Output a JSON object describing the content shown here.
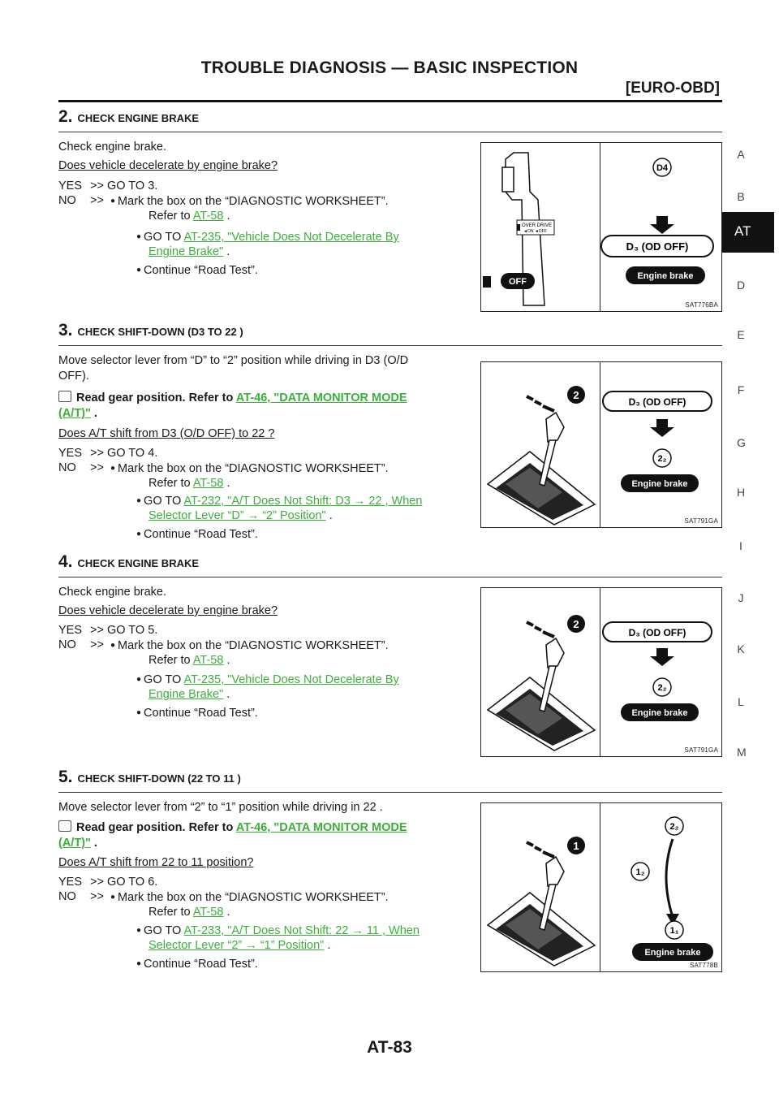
{
  "header": {
    "title": "TROUBLE DIAGNOSIS — BASIC INSPECTION",
    "subtitle": "[EURO-OBD]"
  },
  "side_tabs": [
    "A",
    "B",
    "AT",
    "D",
    "E",
    "F",
    "G",
    "H",
    "I",
    "J",
    "K",
    "L",
    "M"
  ],
  "footer": "AT-83",
  "s2": {
    "num": "2.",
    "title": "CHECK ENGINE BRAKE",
    "intro": "Check engine brake.",
    "question": "Does vehicle decelerate by engine brake?",
    "yes_label": "YES",
    "yes_text": ">> GO TO 3.",
    "no_label": "NO",
    "no_arrow": ">>",
    "b1": "Mark the box on the “DIAGNOSTIC WORKSHEET”.",
    "b1_ref": "Refer to",
    "b1_link": "AT-58",
    "b1_end": ".",
    "b2_pre": "GO TO",
    "b2_link1": "AT-235, \"Vehicle Does Not Decelerate By",
    "b2_link2": "Engine Brake\"",
    "b2_end": ".",
    "b3": "Continue “Road Test”.",
    "fig": {
      "od_label": "OVER DRIVE",
      "on_off": "◄ON ◄OFF",
      "off_label": "OFF",
      "d4": "D4",
      "d3": "D₃ (OD OFF)",
      "engine": "Engine brake",
      "caption": "SAT776BA"
    }
  },
  "s3": {
    "num": "3.",
    "title": "CHECK SHIFT-DOWN (D3 TO 22 )",
    "intro1": "Move selector lever from “D” to “2” position while driving in D3 (O/D",
    "intro2": "OFF).",
    "read_pre": "Read gear position. Refer to",
    "read_link1": "AT-46, \"DATA MONITOR MODE",
    "read_link2": "(A/T)\"",
    "read_end": ".",
    "question": "Does A/T shift from D3 (O/D OFF) to 22 ?",
    "yes_label": "YES",
    "yes_text": ">> GO TO 4.",
    "no_label": "NO",
    "no_arrow": ">>",
    "b1": "Mark the box on the “DIAGNOSTIC WORKSHEET”.",
    "b1_ref": "Refer to",
    "b1_link": "AT-58",
    "b1_end": ".",
    "b2_pre": "GO TO",
    "b2_link1": "AT-232, \"A/T Does Not Shift: D3 → 22 , When",
    "b2_link2": "Selector Lever “D” → “2” Position\"",
    "b2_end": ".",
    "b3": "Continue “Road Test”.",
    "fig": {
      "pos": "2",
      "d3": "D₃ (OD OFF)",
      "gear": "2₂",
      "engine": "Engine brake",
      "caption": "SAT791GA"
    }
  },
  "s4": {
    "num": "4.",
    "title": "CHECK ENGINE BRAKE",
    "intro": "Check engine brake.",
    "question": "Does vehicle decelerate by engine brake?",
    "yes_label": "YES",
    "yes_text": ">> GO TO 5.",
    "no_label": "NO",
    "no_arrow": ">>",
    "b1": "Mark the box on the “DIAGNOSTIC WORKSHEET”.",
    "b1_ref": "Refer to",
    "b1_link": "AT-58",
    "b1_end": ".",
    "b2_pre": "GO TO",
    "b2_link1": "AT-235, \"Vehicle Does Not Decelerate By",
    "b2_link2": "Engine Brake\"",
    "b2_end": ".",
    "b3": "Continue “Road Test”.",
    "fig": {
      "pos": "2",
      "d3": "D₃ (OD OFF)",
      "gear": "2₂",
      "engine": "Engine brake",
      "caption": "SAT791GA"
    }
  },
  "s5": {
    "num": "5.",
    "title": "CHECK SHIFT-DOWN (22 TO 11 )",
    "intro1": "Move selector lever from “2” to “1” position while driving in 22 .",
    "read_pre": "Read gear position. Refer to",
    "read_link1": "AT-46, \"DATA MONITOR MODE",
    "read_link2": "(A/T)\"",
    "read_end": ".",
    "question": "Does A/T shift from 22 to 11 position?",
    "yes_label": "YES",
    "yes_text": ">> GO TO 6.",
    "no_label": "NO",
    "no_arrow": ">>",
    "b1": "Mark the box on the “DIAGNOSTIC WORKSHEET”.",
    "b1_ref": "Refer to",
    "b1_link": "AT-58",
    "b1_end": ".",
    "b2_pre": "GO TO",
    "b2_link1": "AT-233, \"A/T Does Not Shift: 22 → 11 , When",
    "b2_link2": "Selector Lever “2” → “1” Position\"",
    "b2_end": ".",
    "b3": "Continue “Road Test”.",
    "fig": {
      "pos": "1",
      "g22": "2₂",
      "g12": "1₂",
      "g11": "1₁",
      "engine": "Engine brake",
      "caption": "SAT778B"
    }
  }
}
